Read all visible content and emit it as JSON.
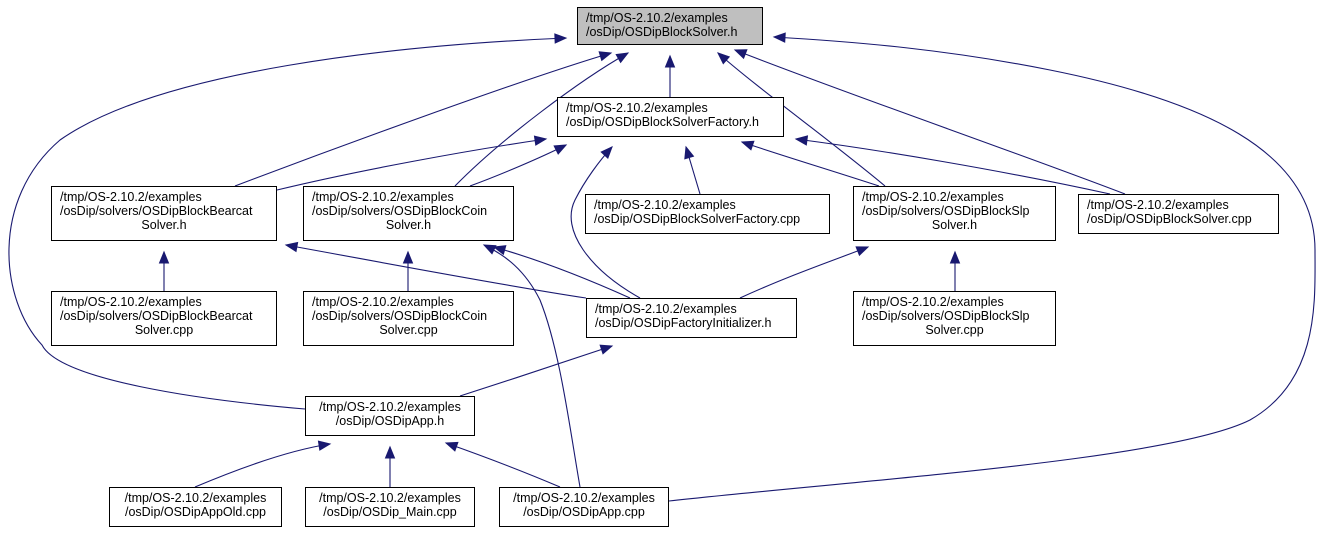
{
  "graph": {
    "type": "include-dependency-graph",
    "nodes": {
      "root": {
        "lines": [
          "/tmp/OS-2.10.2/examples",
          "/osDip/OSDipBlockSolver.h"
        ],
        "highlighted": true
      },
      "factory_h": {
        "lines": [
          "/tmp/OS-2.10.2/examples",
          "/osDip/OSDipBlockSolverFactory.h"
        ]
      },
      "bearcat_h": {
        "lines": [
          "/tmp/OS-2.10.2/examples",
          "/osDip/solvers/OSDipBlockBearcat",
          "Solver.h"
        ]
      },
      "coin_h": {
        "lines": [
          "/tmp/OS-2.10.2/examples",
          "/osDip/solvers/OSDipBlockCoin",
          "Solver.h"
        ]
      },
      "factory_cpp": {
        "lines": [
          "/tmp/OS-2.10.2/examples",
          "/osDip/OSDipBlockSolverFactory.cpp"
        ]
      },
      "slp_h": {
        "lines": [
          "/tmp/OS-2.10.2/examples",
          "/osDip/solvers/OSDipBlockSlp",
          "Solver.h"
        ]
      },
      "solver_cpp": {
        "lines": [
          "/tmp/OS-2.10.2/examples",
          "/osDip/OSDipBlockSolver.cpp"
        ]
      },
      "bearcat_cpp": {
        "lines": [
          "/tmp/OS-2.10.2/examples",
          "/osDip/solvers/OSDipBlockBearcat",
          "Solver.cpp"
        ]
      },
      "coin_cpp": {
        "lines": [
          "/tmp/OS-2.10.2/examples",
          "/osDip/solvers/OSDipBlockCoin",
          "Solver.cpp"
        ]
      },
      "factory_init_h": {
        "lines": [
          "/tmp/OS-2.10.2/examples",
          "/osDip/OSDipFactoryInitializer.h"
        ]
      },
      "slp_cpp": {
        "lines": [
          "/tmp/OS-2.10.2/examples",
          "/osDip/solvers/OSDipBlockSlp",
          "Solver.cpp"
        ]
      },
      "app_h": {
        "lines": [
          "/tmp/OS-2.10.2/examples",
          "/osDip/OSDipApp.h"
        ]
      },
      "appold_cpp": {
        "lines": [
          "/tmp/OS-2.10.2/examples",
          "/osDip/OSDipAppOld.cpp"
        ]
      },
      "main_cpp": {
        "lines": [
          "/tmp/OS-2.10.2/examples",
          "/osDip/OSDip_Main.cpp"
        ]
      },
      "app_cpp": {
        "lines": [
          "/tmp/OS-2.10.2/examples",
          "/osDip/OSDipApp.cpp"
        ]
      }
    },
    "edges": [
      {
        "from": "factory_h",
        "to": "root"
      },
      {
        "from": "bearcat_h",
        "to": "root"
      },
      {
        "from": "coin_h",
        "to": "root"
      },
      {
        "from": "slp_h",
        "to": "root"
      },
      {
        "from": "solver_cpp",
        "to": "root"
      },
      {
        "from": "app_h",
        "to": "root"
      },
      {
        "from": "app_cpp",
        "to": "root"
      },
      {
        "from": "bearcat_h",
        "to": "factory_h"
      },
      {
        "from": "coin_h",
        "to": "factory_h"
      },
      {
        "from": "factory_cpp",
        "to": "factory_h"
      },
      {
        "from": "slp_h",
        "to": "factory_h"
      },
      {
        "from": "solver_cpp",
        "to": "factory_h"
      },
      {
        "from": "factory_init_h",
        "to": "factory_h"
      },
      {
        "from": "bearcat_cpp",
        "to": "bearcat_h"
      },
      {
        "from": "factory_init_h",
        "to": "bearcat_h"
      },
      {
        "from": "coin_cpp",
        "to": "coin_h"
      },
      {
        "from": "factory_init_h",
        "to": "coin_h"
      },
      {
        "from": "app_cpp",
        "to": "coin_h"
      },
      {
        "from": "slp_cpp",
        "to": "slp_h"
      },
      {
        "from": "factory_init_h",
        "to": "slp_h"
      },
      {
        "from": "app_h",
        "to": "factory_init_h"
      },
      {
        "from": "appold_cpp",
        "to": "app_h"
      },
      {
        "from": "main_cpp",
        "to": "app_h"
      },
      {
        "from": "app_cpp",
        "to": "app_h"
      }
    ],
    "colors": {
      "edge": "#191970",
      "root_fill": "#bfbfbf",
      "node_fill": "#ffffff",
      "border": "#000000"
    }
  }
}
